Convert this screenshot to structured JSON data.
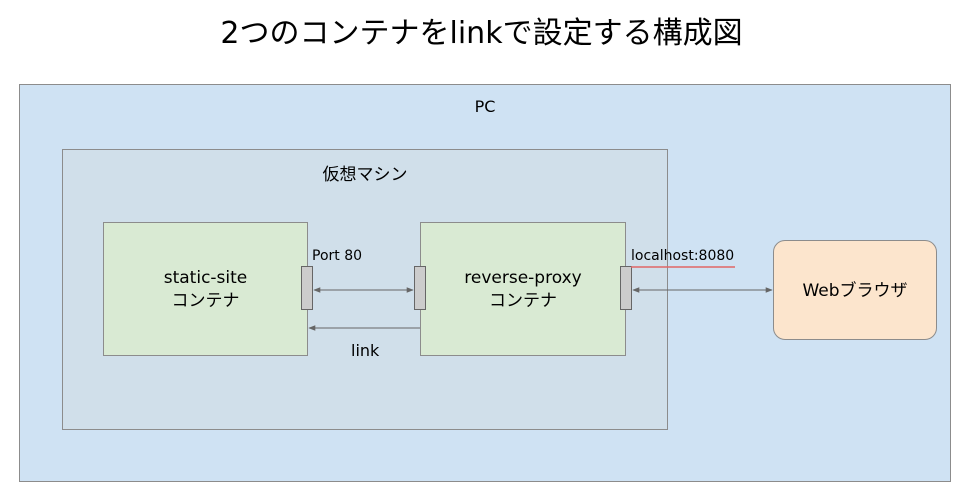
{
  "title": "2つのコンテナをlinkで設定する構成図",
  "pc": {
    "label": "PC"
  },
  "vm": {
    "label": "仮想マシン"
  },
  "static_container": {
    "line1": "static-site",
    "line2": "コンテナ"
  },
  "proxy_container": {
    "line1": "reverse-proxy",
    "line2": "コンテナ"
  },
  "browser": {
    "label": "Webブラウザ"
  },
  "port_label": "Port 80",
  "localhost_label": "localhost:8080",
  "link_label": "link",
  "colors": {
    "pc_fill": "#cfe2f3",
    "vm_fill": "#d0dfea",
    "container_fill": "#d9ead3",
    "browser_fill": "#fce5cd",
    "port_fill": "#cccccc",
    "arrow": "#666666",
    "underline": "#e06666"
  }
}
